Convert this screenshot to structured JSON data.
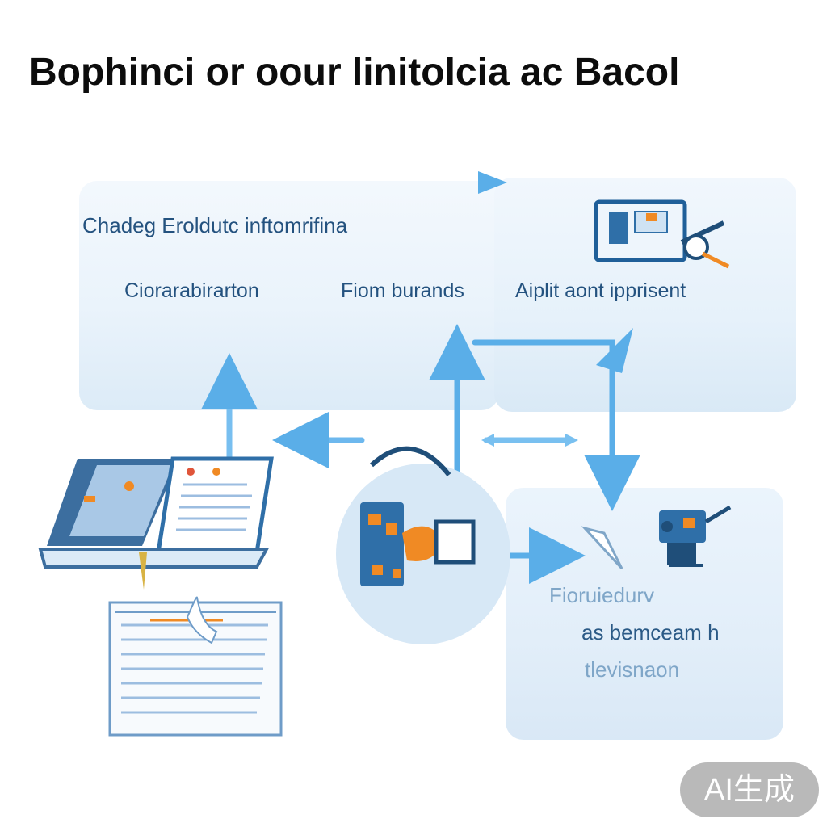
{
  "title": "Bophinci or oour linitolcia ac Bacol",
  "nodes": {
    "main_label": "Chadeg Eroldutc inftomrifina",
    "sub_a": "Ciorarabirarton",
    "sub_b": "Fiom burands",
    "sub_c": "Aiplit aont ipprisent",
    "bottom_line1": "Fioruiedurv",
    "bottom_line2": "as bemceam h",
    "bottom_line3": "tlevisnaon"
  },
  "badge": "AI生成",
  "colors": {
    "arrow": "#5aaee8",
    "panel": "#e8f2fb",
    "accent_orange": "#f08a24",
    "dark_blue": "#1f4e79",
    "mid_blue": "#2f6fa8"
  },
  "icons": [
    "document-laptop-icon",
    "paper-sheet-icon",
    "device-globe-icon",
    "machinery-icon",
    "drone-icon"
  ]
}
